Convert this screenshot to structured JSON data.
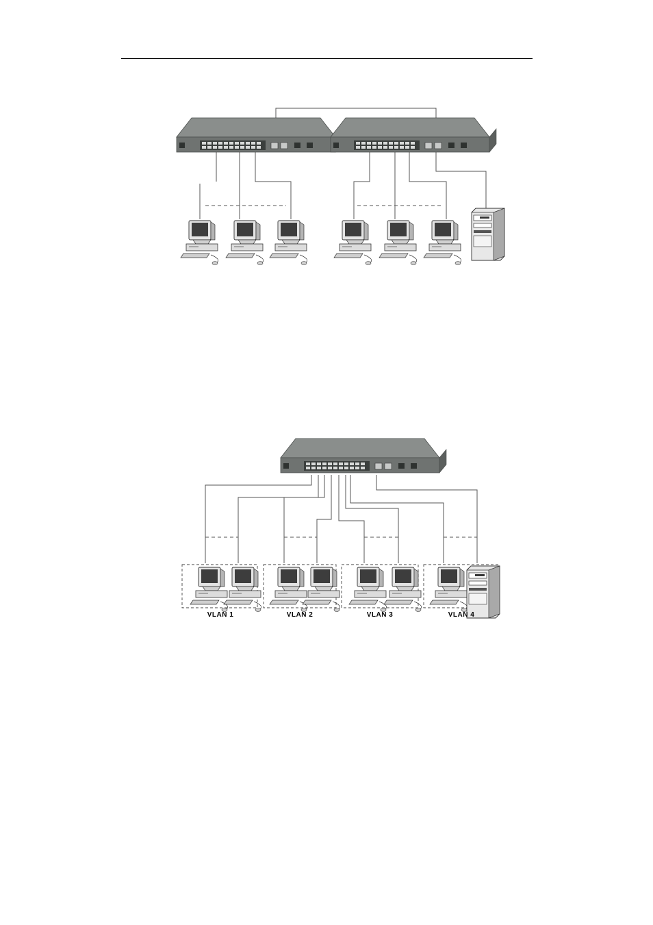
{
  "diagram1": {
    "switch_count": 2,
    "pc_count": 6,
    "server_count": 1
  },
  "diagram2": {
    "switch_count": 1,
    "groups": [
      {
        "label": "VLAN 1",
        "pcs": 2,
        "server": false
      },
      {
        "label": "VLAN 2",
        "pcs": 2,
        "server": false
      },
      {
        "label": "VLAN 3",
        "pcs": 2,
        "server": false
      },
      {
        "label": "VLAN 4",
        "pcs": 1,
        "server": true
      }
    ]
  },
  "icons": {
    "switch": "network-switch-icon",
    "pc": "desktop-computer-icon",
    "server": "tower-server-icon"
  }
}
